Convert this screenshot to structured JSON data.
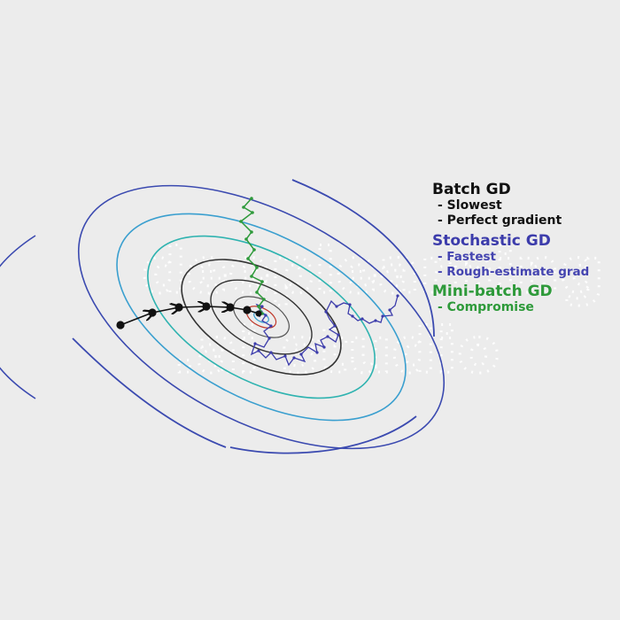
{
  "legend": {
    "batch": {
      "title": "Batch GD",
      "lines": [
        "- Slowest",
        "- Perfect gradient"
      ],
      "color": "#111111"
    },
    "stochastic": {
      "title": "Stochastic GD",
      "lines": [
        "- Fastest",
        "- Rough-estimate grad"
      ],
      "color": "#3c3cab"
    },
    "minibatch": {
      "title": "Mini-batch GD",
      "lines": [
        "- Compromise"
      ],
      "color": "#2e9a3a"
    }
  },
  "colors": {
    "background": "#ececec",
    "contour_outer": "#3b4ab0",
    "contour_mid": "#3a9fcf",
    "contour_teal": "#2fb3b0",
    "contour_inner": "#333333",
    "contour_core": "#c0392b",
    "batch_path": "#111111",
    "stochastic_path": "#3c3cab",
    "minibatch_path": "#2e9a3a"
  }
}
